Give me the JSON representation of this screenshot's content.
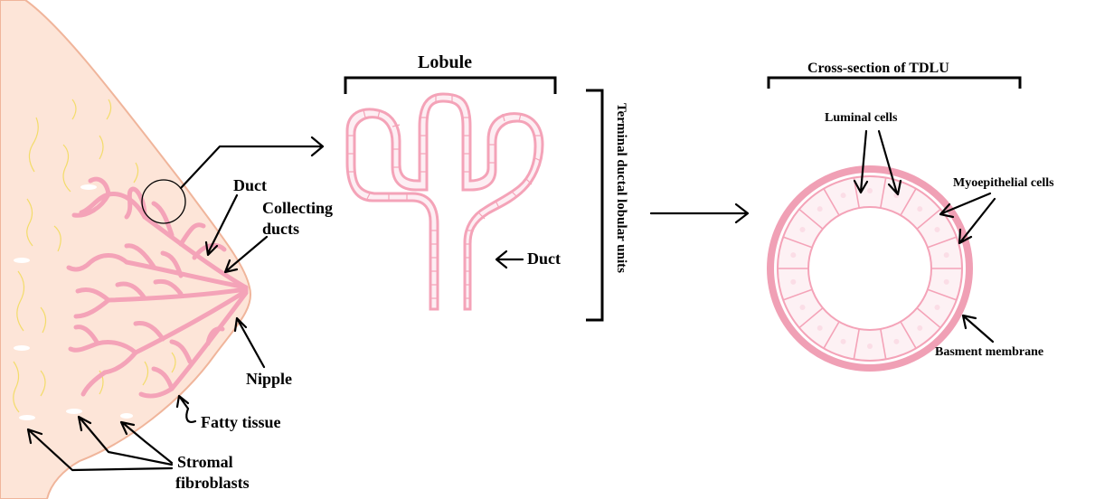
{
  "labels": {
    "lobule": "Lobule",
    "cross_section": "Cross-section of TDLU",
    "duct_breast": "Duct",
    "collecting_ducts_1": "Collecting",
    "collecting_ducts_2": "ducts",
    "nipple": "Nipple",
    "fatty_tissue": "Fatty tissue",
    "stromal_1": "Stromal",
    "stromal_2": "fibroblasts",
    "duct_lobule": "Duct",
    "tdlu_vertical": "Terminal ductal lobular units",
    "luminal_cells": "Luminal cells",
    "myoepithelial_cells": "Myoepithelial cells",
    "basement_membrane": "Basment membrane"
  },
  "colors": {
    "breast_fill": "#fde5d8",
    "duct_pink": "#f4a3b8",
    "fiber_yellow": "#f3dc6a",
    "membrane_pink": "#f0a0b5"
  }
}
